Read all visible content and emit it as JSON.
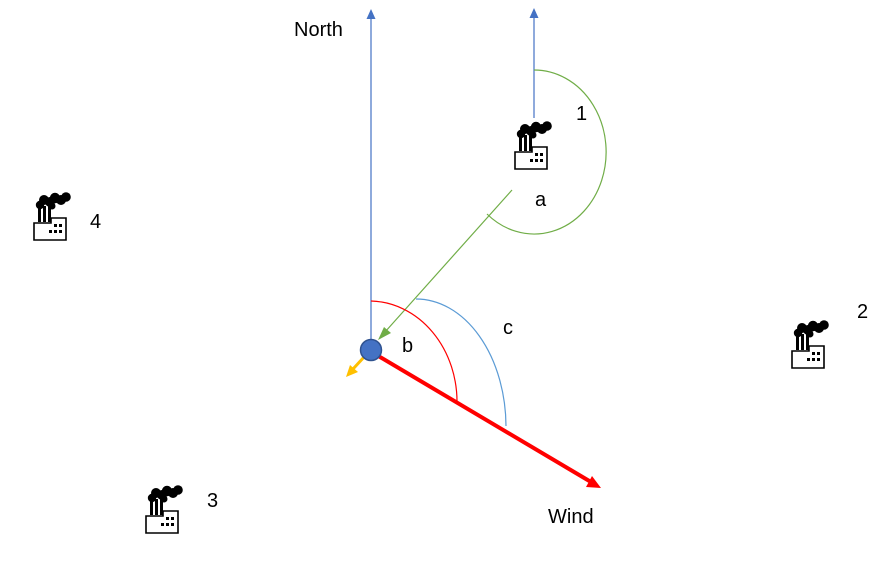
{
  "labels": {
    "north": "North",
    "wind": "Wind",
    "angle_a": "a",
    "angle_b": "b",
    "angle_c": "c"
  },
  "factories": [
    {
      "id": "factory-1",
      "label": "1"
    },
    {
      "id": "factory-2",
      "label": "2"
    },
    {
      "id": "factory-3",
      "label": "3"
    },
    {
      "id": "factory-4",
      "label": "4"
    }
  ],
  "colors": {
    "north_arrow": "#4472C4",
    "bearing_arc_a": "#70AD47",
    "source_vector": "#70AD47",
    "angle_b_arc": "#FF0000",
    "angle_c_arc": "#5B9BD5",
    "wind_arrow": "#FF0000",
    "receptor": "#4472C4",
    "receptor_outline": "#2F528F",
    "small_arrow": "#FFC000",
    "factory_icon": "#000000"
  },
  "icons": {
    "factory": "factory-smokestack-icon",
    "receptor": "receptor-point-icon"
  }
}
